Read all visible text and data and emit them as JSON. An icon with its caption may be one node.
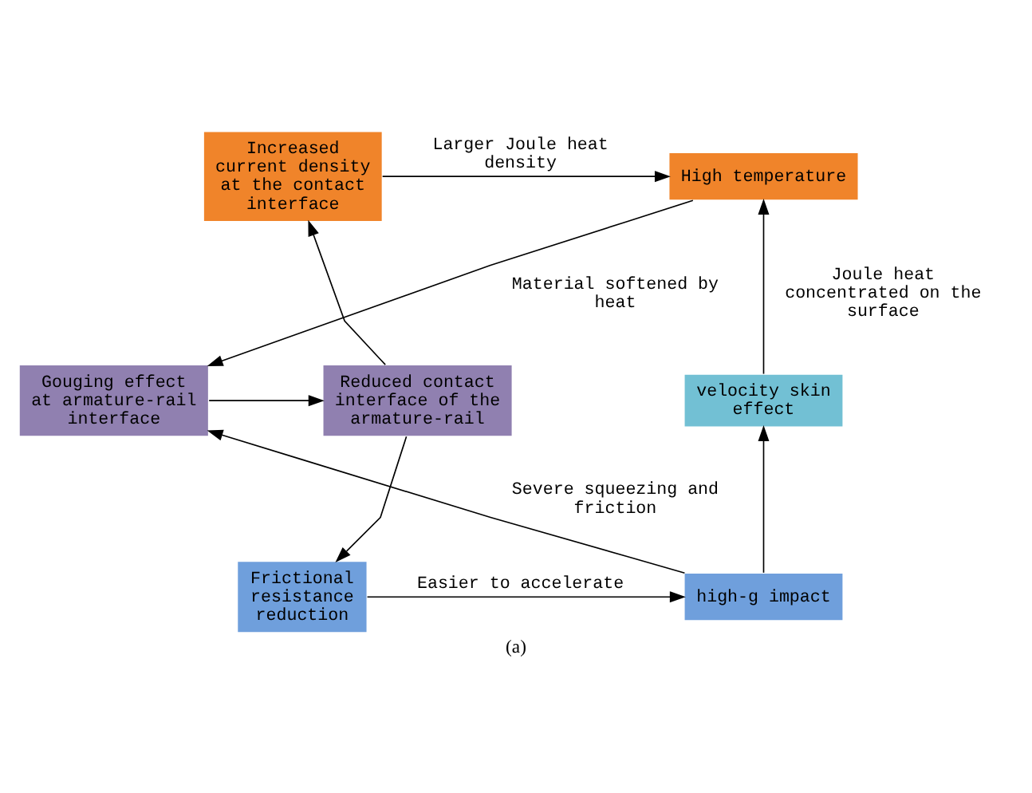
{
  "diagram": {
    "caption": "(a)",
    "nodes": [
      {
        "text": [
          "Increased current density at the contact interface"
        ]
      },
      {
        "text": [
          "High temperature"
        ]
      },
      {
        "text": [
          "velocity skin effect"
        ]
      },
      {
        "text": [
          "Gouging effect at armature-rail interface"
        ]
      },
      {
        "text": [
          "Reduced contact interface of the armature-rail"
        ]
      },
      {
        "text": [
          "high-g impact"
        ]
      },
      {
        "text": [
          "Frictional resistance reduction"
        ]
      }
    ],
    "edges": [
      {
        "from": 0,
        "to": 1,
        "arrow": "to",
        "label": "Larger Joule heat density"
      },
      {
        "from": 2,
        "to": 1,
        "arrow": "to",
        "label": "Joule heat concentrated on the surface"
      },
      {
        "from": 1,
        "to": 3,
        "arrow": "to",
        "label": "Material softened by heat"
      },
      {
        "from": 3,
        "to": 4,
        "arrow": "to"
      },
      {
        "from": 4,
        "to": 0,
        "arrow": "to"
      },
      {
        "from": 4,
        "to": 6,
        "arrow": "to"
      },
      {
        "from": 5,
        "to": 2,
        "arrow": "to"
      },
      {
        "from": 5,
        "to": 3,
        "arrow": "to",
        "label": "Severe squeezing and friction"
      },
      {
        "from": 6,
        "to": 5,
        "arrow": "to",
        "label": "Easier to accelerate"
      }
    ]
  }
}
